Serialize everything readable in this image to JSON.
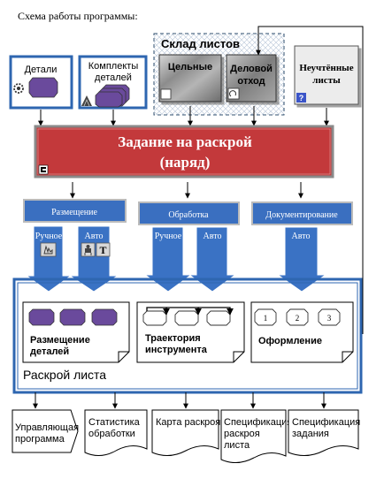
{
  "heading": "Схема работы программы:",
  "sources": {
    "details": {
      "label": "Детали"
    },
    "detail_sets": {
      "label_line1": "Комплекты",
      "label_line2": "деталей"
    },
    "warehouse": {
      "title": "Склад листов",
      "whole": "Цельные",
      "offcut_line1": "Деловой",
      "offcut_line2": "отход"
    },
    "unaccounted": {
      "label_line1": "Неучтённые",
      "label_line2": "листы"
    }
  },
  "task": {
    "line1": "Задание на раскрой",
    "line2": "(наряд)"
  },
  "stages": {
    "placement": {
      "label": "Размещение",
      "manual": "Ручное",
      "auto": "Авто"
    },
    "processing": {
      "label": "Обработка",
      "manual": "Ручное",
      "auto": "Авто"
    },
    "documentation": {
      "label": "Документирование",
      "auto": "Авто"
    }
  },
  "sheet_cutting": {
    "title": "Раскрой листа",
    "placement_panel": {
      "line1": "Размещение",
      "line2": "деталей"
    },
    "trajectory_panel": {
      "line1": "Траектория",
      "line2": "инструмента",
      "steps": [
        "",
        "",
        ""
      ]
    },
    "formatting_panel": {
      "label": "Оформление",
      "steps": [
        "1",
        "2",
        "3"
      ]
    }
  },
  "outputs": {
    "control_program": {
      "line1": "Управляющая",
      "line2": "программа"
    },
    "statistics": {
      "line1": "Статистика",
      "line2": "обработки"
    },
    "cutting_map": {
      "line1": "Карта раскроя"
    },
    "sheet_spec": {
      "line1": "Спецификация",
      "line2": "раскроя",
      "line3": "листа"
    },
    "task_spec": {
      "line1": "Спецификация",
      "line2": "задания"
    }
  },
  "colors": {
    "red": "#c3393b",
    "blue_label": "#3a6fc0",
    "blue_frame": "#2e66b0",
    "purple": "#6a4a9c",
    "arrow_blue": "#3a72c4"
  },
  "icons": [
    "gear-icon",
    "pyramid-icon",
    "doc-icon",
    "refresh-icon",
    "question-icon",
    "task-icon",
    "hand-icon",
    "robot-icon",
    "text-icon"
  ]
}
